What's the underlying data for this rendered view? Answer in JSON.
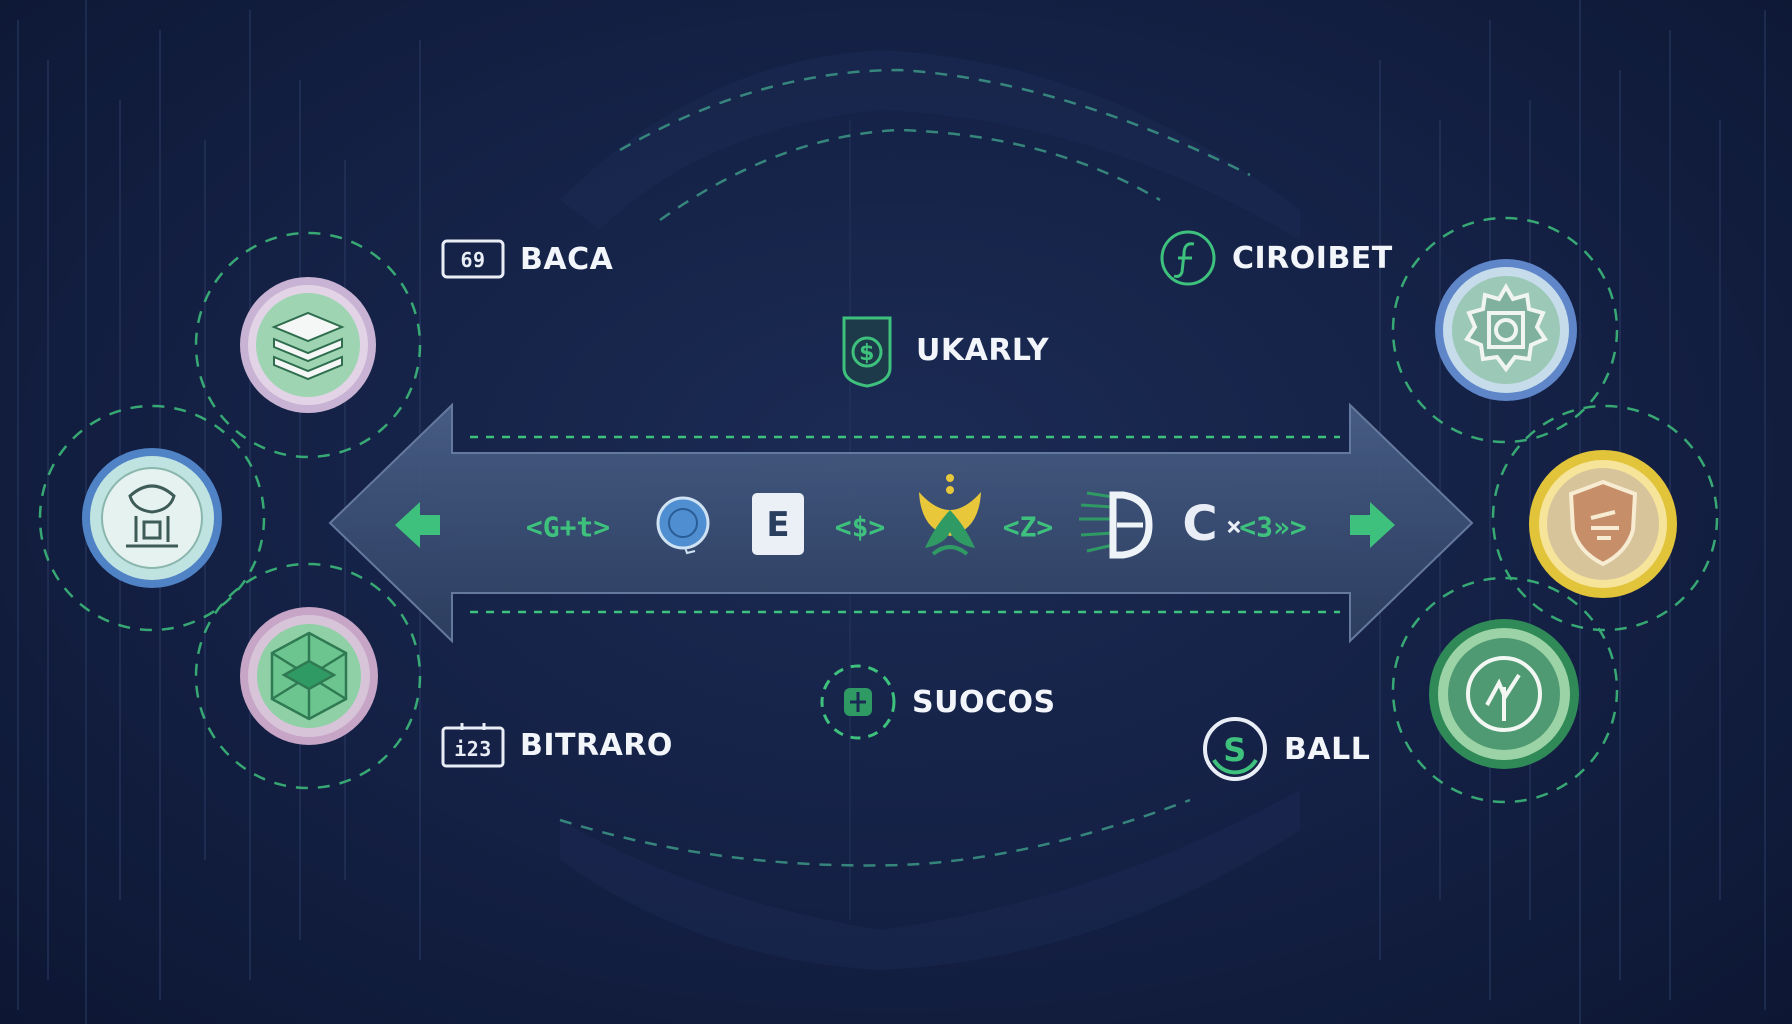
{
  "labels": {
    "baca": {
      "text": "BACA",
      "icon_text": "69",
      "icon": "ticket-icon"
    },
    "ciroibet": {
      "text": "CIROIBET",
      "icon": "f-circle-icon"
    },
    "ukarly": {
      "text": "UKARLY",
      "icon": "dollar-shield-icon"
    },
    "suocos": {
      "text": "SUOCOS",
      "icon": "gear-cog-icon"
    },
    "bitraro": {
      "text": "BITRARO",
      "icon_text": "i23",
      "icon": "ticket-icon"
    },
    "ball": {
      "text": "BALL",
      "icon": "s-circle-icon"
    }
  },
  "arrow_tokens": {
    "t1": "<G+t>",
    "t2": "<$>",
    "t3": "<Z>",
    "t4": "C",
    "t4b": "×",
    "t4c": "<3»>"
  },
  "left_coins": [
    "layers-coin-icon",
    "creature-coin-icon",
    "cube-coin-icon"
  ],
  "right_coins": [
    "gear-coin-icon",
    "shield-coin-icon",
    "tree-coin-icon"
  ],
  "colors": {
    "background": "#142044",
    "accent_green": "#3ec17c",
    "arrow_fill": "#3b4f74",
    "text": "#f2f5fa"
  }
}
